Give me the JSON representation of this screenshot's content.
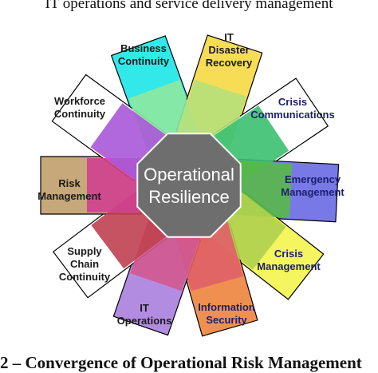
{
  "captions": {
    "top": "IT operations and service delivery management",
    "bottom": "2 – Convergence of Operational Risk Management"
  },
  "center": {
    "line1": "Operational",
    "line2": "Resilience",
    "color": "#6e6e6e"
  },
  "petals": [
    {
      "id": "business-continuity",
      "lines": [
        "Business",
        "Continuity"
      ],
      "color": "#33e8e8"
    },
    {
      "id": "it-disaster-recovery",
      "lines": [
        "IT",
        "Disaster",
        "Recovery"
      ],
      "color": "#f7dd55"
    },
    {
      "id": "crisis-communications",
      "lines": [
        "Crisis",
        "Communications"
      ],
      "color": "#ffffff"
    },
    {
      "id": "emergency-management",
      "lines": [
        "Emergency",
        "Management"
      ],
      "color": "#7878e6"
    },
    {
      "id": "crisis-management",
      "lines": [
        "Crisis",
        "Management"
      ],
      "color": "#f5f560"
    },
    {
      "id": "information-security",
      "lines": [
        "Information",
        "Security"
      ],
      "color": "#f09050"
    },
    {
      "id": "it-operations",
      "lines": [
        "IT",
        "Operations"
      ],
      "color": "#b28ce0"
    },
    {
      "id": "supply-chain-continuity",
      "lines": [
        "Supply",
        "Chain",
        "Continuity"
      ],
      "color": "#ffffff"
    },
    {
      "id": "risk-management",
      "lines": [
        "Risk",
        "Management"
      ],
      "color": "#c6a87a"
    },
    {
      "id": "workforce-continuity",
      "lines": [
        "Workforce",
        "Continuity"
      ],
      "color": "#ffffff"
    }
  ],
  "inner_colors": {
    "business-continuity": "#8fe8a0",
    "it-disaster-recovery": "#b6e07a",
    "crisis-communications": "#3cc070",
    "emergency-management": "#58b848",
    "crisis-management": "#b0d050",
    "information-security": "#e06068",
    "it-operations": "#d05890",
    "supply-chain-continuity": "#c04050",
    "risk-management": "#d04090",
    "workforce-continuity": "#a858d8"
  }
}
